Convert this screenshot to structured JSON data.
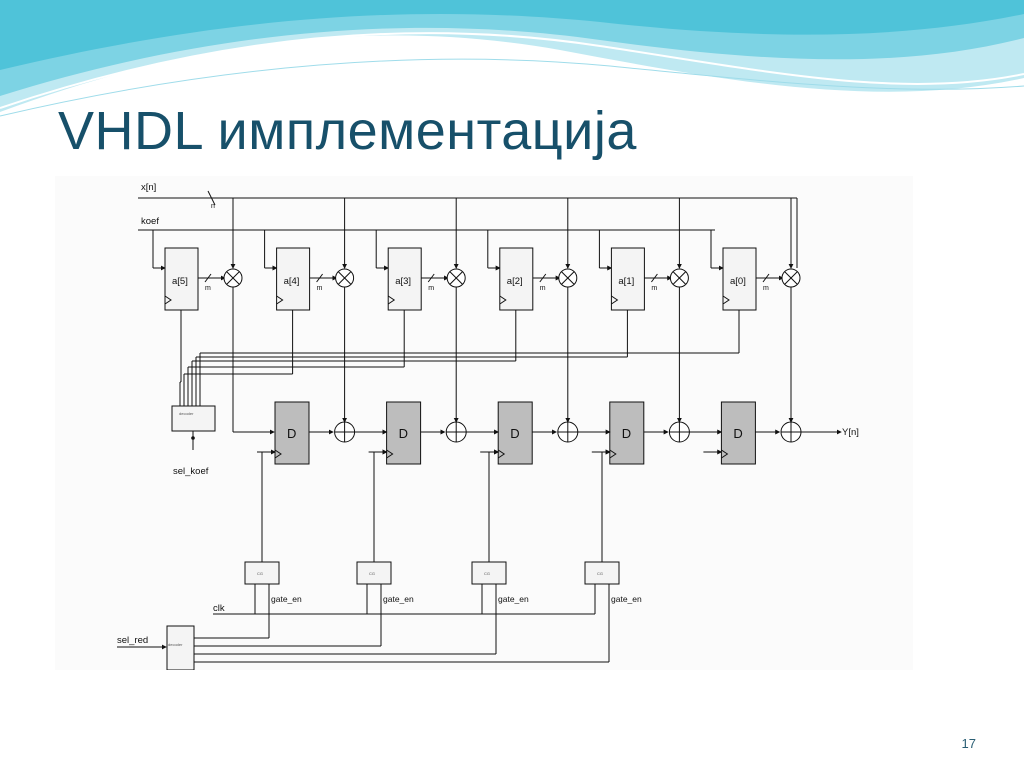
{
  "title": "VHDL имплементација",
  "page_number": "17",
  "theme": {
    "title_color": "#17506a",
    "wave_dark": "#4fc3d9",
    "wave_light": "#bfe9f2"
  },
  "diagram": {
    "signals": {
      "input": "x[n]",
      "bus_width": "n",
      "coef": "koef",
      "mul_width": "m",
      "output": "Y[n]",
      "sel_koef": "sel_koef",
      "clk": "clk",
      "sel_red": "sel_red",
      "reg_label": "D",
      "gate_en": "gate_en",
      "decoder_text": "decoder",
      "cg_text": "CG"
    },
    "coef_regs": [
      "a[5]",
      "a[4]",
      "a[3]",
      "a[2]",
      "a[1]",
      "a[0]"
    ]
  }
}
